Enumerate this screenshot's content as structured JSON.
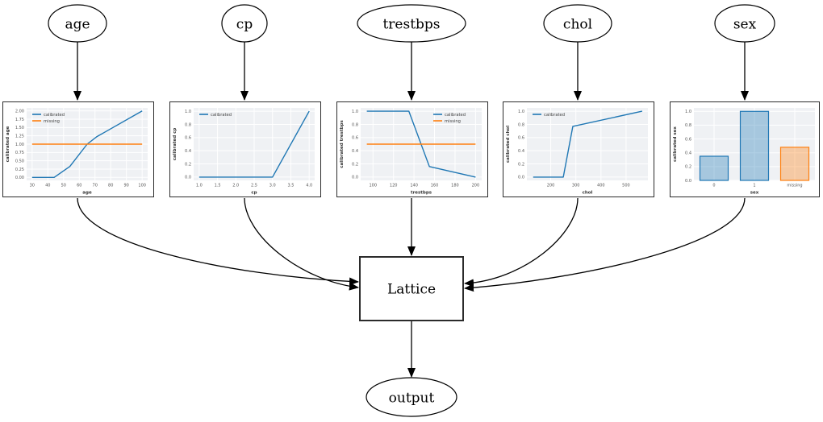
{
  "colors": {
    "calibrated": "#1f77b4",
    "missing": "#ff7f0e",
    "plot_bg": "#eff1f4",
    "grid": "#ffffff",
    "tick_text": "#555555",
    "axis_text": "#333333"
  },
  "nodes": {
    "age": {
      "label": "age"
    },
    "cp": {
      "label": "cp"
    },
    "trestbps": {
      "label": "trestbps"
    },
    "chol": {
      "label": "chol"
    },
    "sex": {
      "label": "sex"
    },
    "lattice": {
      "label": "Lattice"
    },
    "output": {
      "label": "output"
    }
  },
  "chart_data": [
    {
      "type": "line",
      "feature": "age",
      "xlabel": "age",
      "ylabel": "calibrated age",
      "xlim": [
        26.5,
        103.5
      ],
      "ylim": [
        -0.09,
        2.09
      ],
      "xticks": [
        {
          "v": 30,
          "l": "30"
        },
        {
          "v": 40,
          "l": "40"
        },
        {
          "v": 50,
          "l": "50"
        },
        {
          "v": 60,
          "l": "60"
        },
        {
          "v": 70,
          "l": "70"
        },
        {
          "v": 80,
          "l": "80"
        },
        {
          "v": 90,
          "l": "90"
        },
        {
          "v": 100,
          "l": "100"
        }
      ],
      "yticks": [
        {
          "v": 0,
          "l": "0.00"
        },
        {
          "v": 0.25,
          "l": "0.25"
        },
        {
          "v": 0.5,
          "l": "0.50"
        },
        {
          "v": 0.75,
          "l": "0.75"
        },
        {
          "v": 1,
          "l": "1.00"
        },
        {
          "v": 1.25,
          "l": "1.25"
        },
        {
          "v": 1.5,
          "l": "1.50"
        },
        {
          "v": 1.75,
          "l": "1.75"
        },
        {
          "v": 2,
          "l": "2.00"
        }
      ],
      "series": [
        {
          "name": "calibrated",
          "color": "#1f77b4",
          "points": [
            [
              30,
              0
            ],
            [
              44,
              0
            ],
            [
              54,
              0.33
            ],
            [
              65,
              1.0
            ],
            [
              71,
              1.22
            ],
            [
              100,
              2.0
            ]
          ]
        },
        {
          "name": "missing",
          "color": "#ff7f0e",
          "points": [
            [
              30,
              1
            ],
            [
              100,
              1
            ]
          ]
        }
      ],
      "legend": "upper-left"
    },
    {
      "type": "line",
      "feature": "cp",
      "xlabel": "cp",
      "ylabel": "calibrated cp",
      "xlim": [
        0.85,
        4.15
      ],
      "ylim": [
        -0.05,
        1.05
      ],
      "xticks": [
        {
          "v": 1,
          "l": "1.0"
        },
        {
          "v": 1.5,
          "l": "1.5"
        },
        {
          "v": 2,
          "l": "2.0"
        },
        {
          "v": 2.5,
          "l": "2.5"
        },
        {
          "v": 3,
          "l": "3.0"
        },
        {
          "v": 3.5,
          "l": "3.5"
        },
        {
          "v": 4,
          "l": "4.0"
        }
      ],
      "yticks": [
        {
          "v": 0,
          "l": "0.0"
        },
        {
          "v": 0.2,
          "l": "0.2"
        },
        {
          "v": 0.4,
          "l": "0.4"
        },
        {
          "v": 0.6,
          "l": "0.6"
        },
        {
          "v": 0.8,
          "l": "0.8"
        },
        {
          "v": 1,
          "l": "1.0"
        }
      ],
      "series": [
        {
          "name": "calibrated",
          "color": "#1f77b4",
          "points": [
            [
              1,
              0
            ],
            [
              3,
              0
            ],
            [
              4,
              1
            ]
          ]
        }
      ],
      "legend": "upper-left"
    },
    {
      "type": "line",
      "feature": "trestbps",
      "xlabel": "trestbps",
      "ylabel": "calibrated trestbps",
      "xlim": [
        88,
        206
      ],
      "ylim": [
        -0.05,
        1.05
      ],
      "xticks": [
        {
          "v": 100,
          "l": "100"
        },
        {
          "v": 120,
          "l": "120"
        },
        {
          "v": 140,
          "l": "140"
        },
        {
          "v": 160,
          "l": "160"
        },
        {
          "v": 180,
          "l": "180"
        },
        {
          "v": 200,
          "l": "200"
        }
      ],
      "yticks": [
        {
          "v": 0,
          "l": "0.0"
        },
        {
          "v": 0.2,
          "l": "0.2"
        },
        {
          "v": 0.4,
          "l": "0.4"
        },
        {
          "v": 0.6,
          "l": "0.6"
        },
        {
          "v": 0.8,
          "l": "0.8"
        },
        {
          "v": 1,
          "l": "1.0"
        }
      ],
      "series": [
        {
          "name": "calibrated",
          "color": "#1f77b4",
          "points": [
            [
              94,
              1
            ],
            [
              135,
              1
            ],
            [
              155,
              0.16
            ],
            [
              200,
              0
            ]
          ]
        },
        {
          "name": "missing",
          "color": "#ff7f0e",
          "points": [
            [
              94,
              0.5
            ],
            [
              200,
              0.5
            ]
          ]
        }
      ],
      "legend": "upper-right"
    },
    {
      "type": "line",
      "feature": "chol",
      "xlabel": "chol",
      "ylabel": "calibrated chol",
      "xlim": [
        105,
        587
      ],
      "ylim": [
        -0.05,
        1.05
      ],
      "xticks": [
        {
          "v": 200,
          "l": "200"
        },
        {
          "v": 300,
          "l": "300"
        },
        {
          "v": 400,
          "l": "400"
        },
        {
          "v": 500,
          "l": "500"
        }
      ],
      "yticks": [
        {
          "v": 0,
          "l": "0.0"
        },
        {
          "v": 0.2,
          "l": "0.2"
        },
        {
          "v": 0.4,
          "l": "0.4"
        },
        {
          "v": 0.6,
          "l": "0.6"
        },
        {
          "v": 0.8,
          "l": "0.8"
        },
        {
          "v": 1,
          "l": "1.0"
        }
      ],
      "series": [
        {
          "name": "calibrated",
          "color": "#1f77b4",
          "points": [
            [
              130,
              0
            ],
            [
              250,
              0
            ],
            [
              288,
              0.77
            ],
            [
              564,
              1.0
            ]
          ]
        }
      ],
      "legend": "upper-left"
    },
    {
      "type": "bar",
      "feature": "sex",
      "xlabel": "sex",
      "ylabel": "calibrated sex",
      "ylim": [
        0,
        1.05
      ],
      "categories": [
        "0",
        "1",
        "missing"
      ],
      "values": [
        0.35,
        1.0,
        0.48
      ],
      "bar_colors": [
        "#1f77b4",
        "#1f77b4",
        "#ff7f0e"
      ],
      "yticks": [
        {
          "v": 0,
          "l": "0.0"
        },
        {
          "v": 0.2,
          "l": "0.2"
        },
        {
          "v": 0.4,
          "l": "0.4"
        },
        {
          "v": 0.6,
          "l": "0.6"
        },
        {
          "v": 0.8,
          "l": "0.8"
        },
        {
          "v": 1,
          "l": "1.0"
        }
      ],
      "legend": null
    }
  ]
}
